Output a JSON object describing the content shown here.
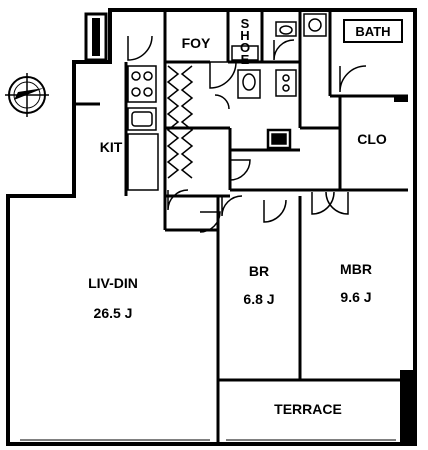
{
  "rooms": {
    "foyer": {
      "name": "FOY"
    },
    "shoe": {
      "name": "SHOE"
    },
    "bath": {
      "name": "BATH"
    },
    "kitchen": {
      "name": "KIT"
    },
    "closet": {
      "name": "CLO"
    },
    "living_dining": {
      "name": "LIV-DIN",
      "area": "26.5 J"
    },
    "bedroom": {
      "name": "BR",
      "area": "6.8 J"
    },
    "master_bedroom": {
      "name": "MBR",
      "area": "9.6 J"
    },
    "terrace": {
      "name": "TERRACE"
    }
  },
  "compass": {
    "icon": "north-arrow-icon"
  },
  "colors": {
    "wall": "#000000",
    "floor": "#ffffff"
  }
}
